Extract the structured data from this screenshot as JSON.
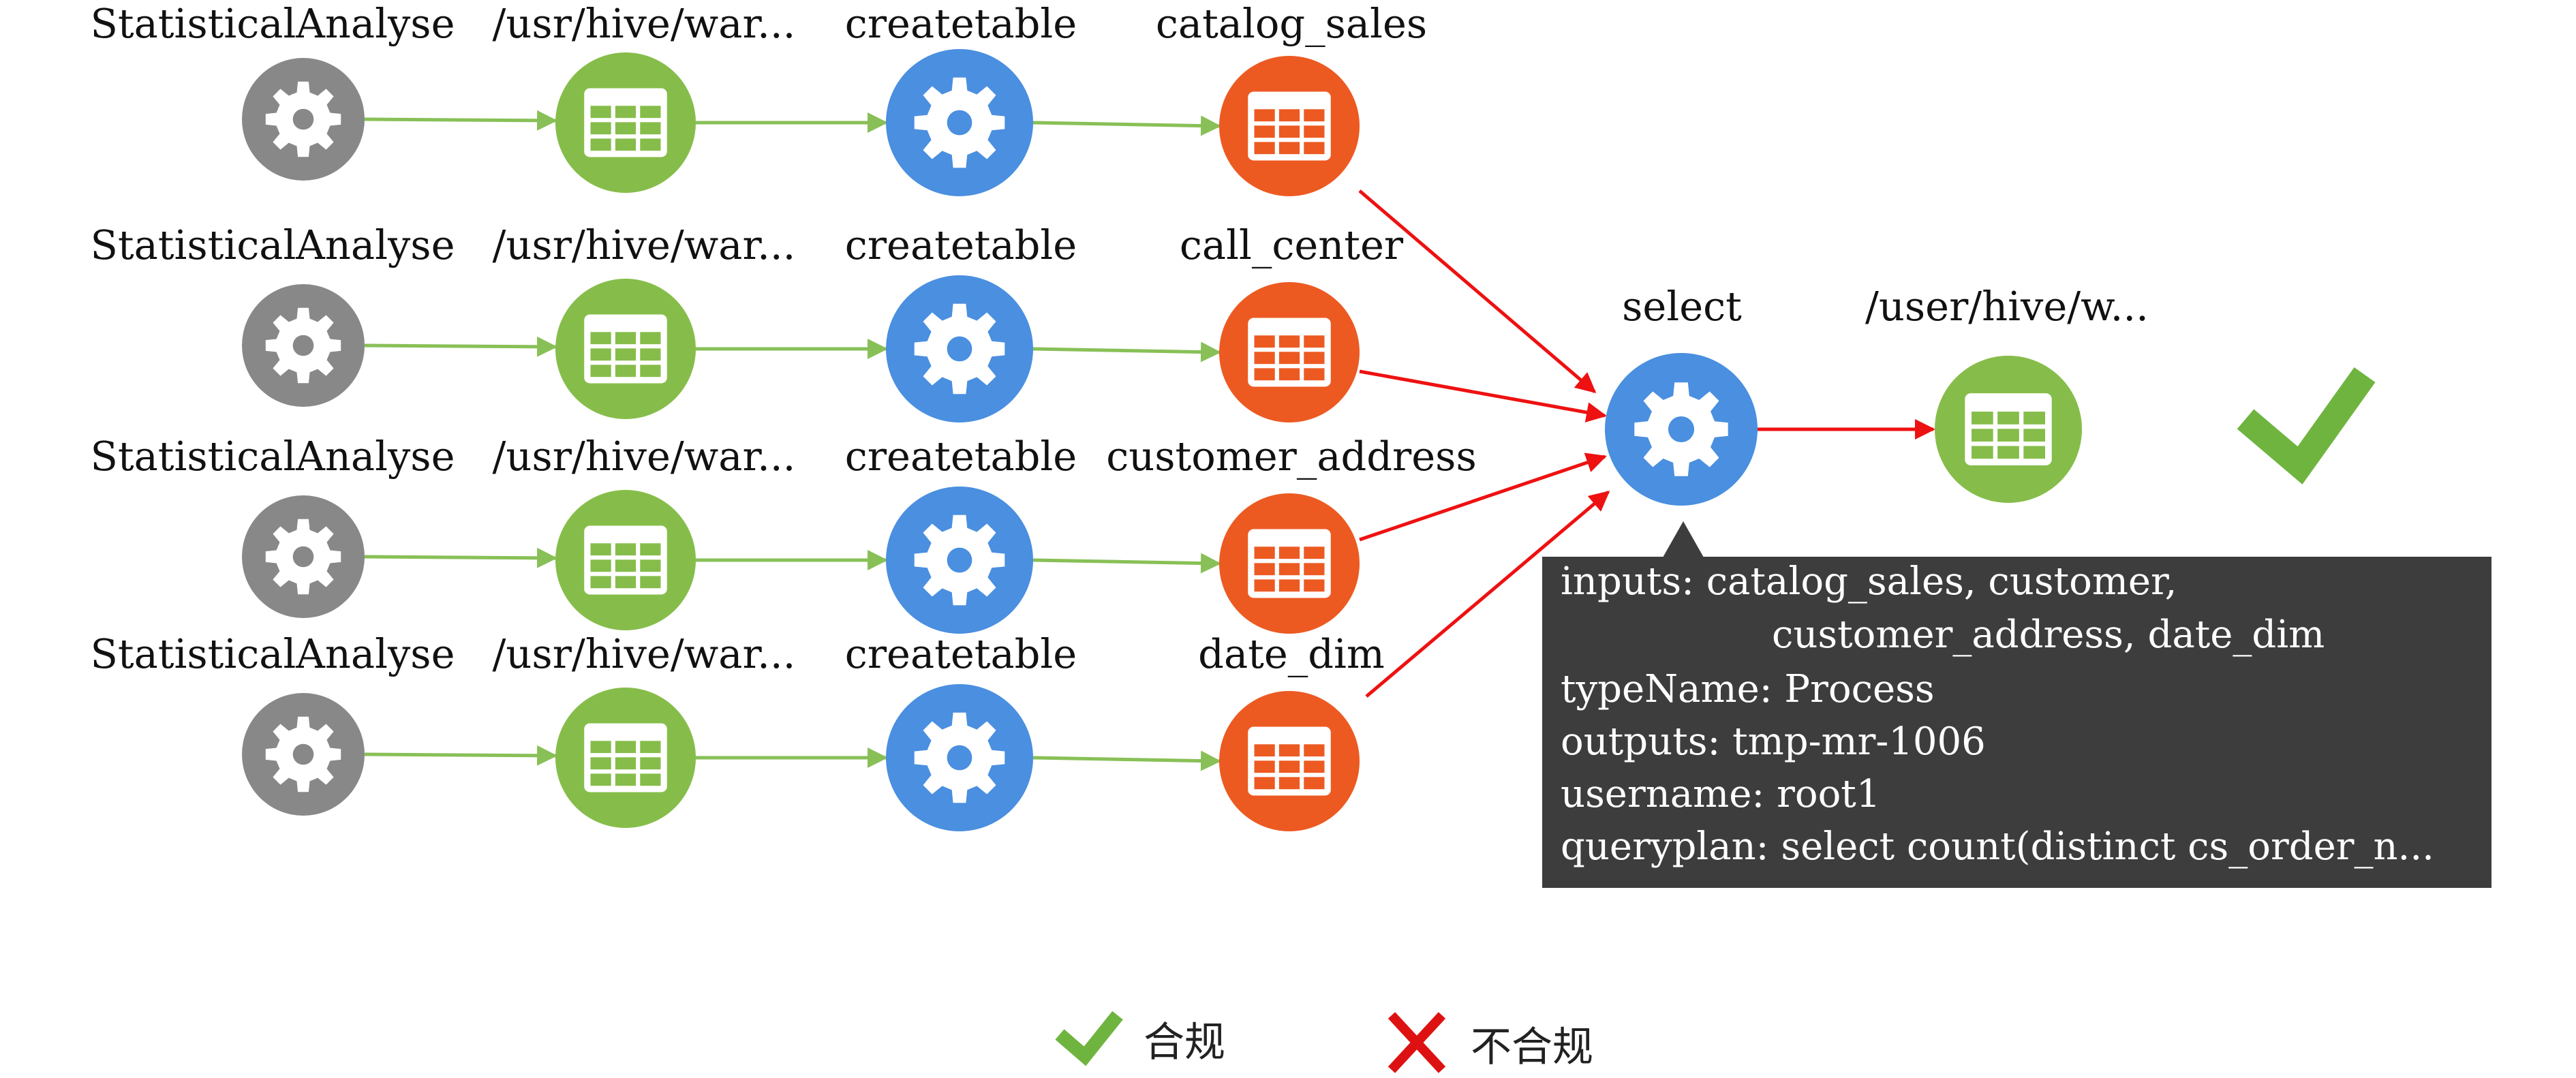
{
  "colors": {
    "source": "#888888",
    "path": "#86bd4a",
    "process": "#4a8fe0",
    "table": "#ec5a22",
    "ok_edge": "#88c057",
    "bad_edge": "#ee1111",
    "tooltip_bg": "#3d3d3d",
    "check": "#6fb43f",
    "cross": "#dd1111"
  },
  "chains": [
    {
      "source": "StatisticalAnalyse",
      "path": "/usr/hive/war...",
      "process": "createtable",
      "table": "catalog_sales"
    },
    {
      "source": "StatisticalAnalyse",
      "path": "/usr/hive/war...",
      "process": "createtable",
      "table": "call_center"
    },
    {
      "source": "StatisticalAnalyse",
      "path": "/usr/hive/war...",
      "process": "createtable",
      "table": "customer_address"
    },
    {
      "source": "StatisticalAnalyse",
      "path": "/usr/hive/war...",
      "process": "createtable",
      "table": "date_dim"
    }
  ],
  "select_node": {
    "label": "select",
    "icon": "gear-icon"
  },
  "output_node": {
    "label": "/user/hive/w...",
    "icon": "table-icon"
  },
  "status": {
    "icon": "check-icon",
    "meaning": "合规"
  },
  "tooltip": {
    "lines": [
      "inputs: catalog_sales, customer,",
      "customer_address, date_dim",
      "typeName: Process",
      "outputs: tmp-mr-1006",
      "username: root1",
      "queryplan: select count(distinct cs_order_n..."
    ]
  },
  "legend": {
    "compliant_label": "合规",
    "noncompliant_label": "不合规"
  }
}
